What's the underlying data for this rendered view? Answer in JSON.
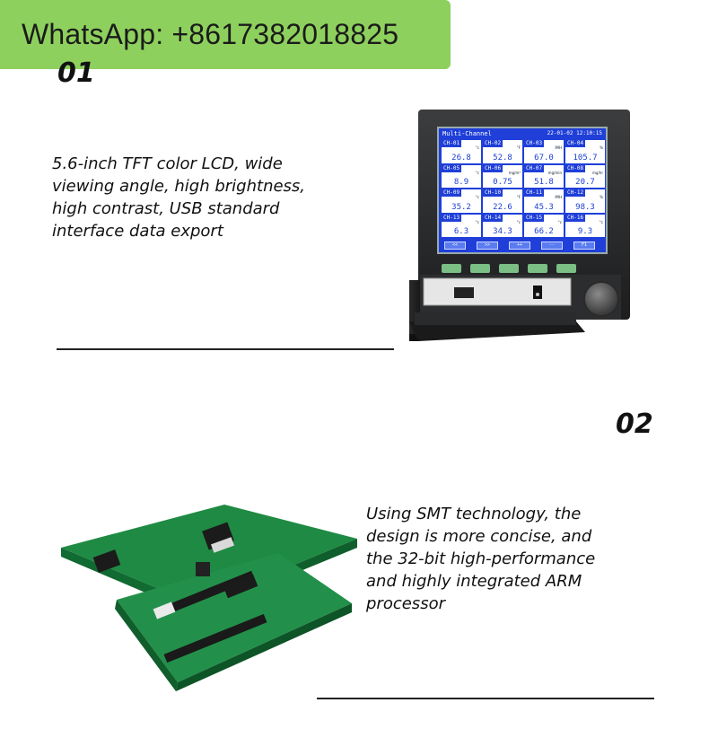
{
  "banner": {
    "text": "WhatsApp: +8617382018825"
  },
  "section1": {
    "number": "01",
    "lines": [
      "5.6-inch TFT color LCD, wide",
      "viewing angle, high brightness,",
      "high contrast, USB standard",
      "interface data export"
    ]
  },
  "section2": {
    "number": "02",
    "lines": [
      "Using SMT technology, the",
      "design is more concise, and",
      "the 32-bit high-performance",
      "and highly integrated ARM",
      "processor"
    ]
  },
  "device_screen": {
    "title": "Multi-Channel",
    "datetime": "22-01-02 12:10:15",
    "channels": [
      {
        "ch": "CH-01",
        "unit": "°c",
        "value": "26.8"
      },
      {
        "ch": "CH-02",
        "unit": "°F",
        "value": "52.8"
      },
      {
        "ch": "CH-03",
        "unit": "IMH",
        "value": "67.0"
      },
      {
        "ch": "CH-04",
        "unit": "%",
        "value": "105.7"
      },
      {
        "ch": "CH-05",
        "unit": "°c",
        "value": "8.9"
      },
      {
        "ch": "CH-06",
        "unit": "mg/m³",
        "value": "0.75"
      },
      {
        "ch": "CH-07",
        "unit": "mg/min",
        "value": "51.8"
      },
      {
        "ch": "CH-08",
        "unit": "mg/hr",
        "value": "20.7"
      },
      {
        "ch": "CH-09",
        "unit": "°c",
        "value": "35.2"
      },
      {
        "ch": "CH-10",
        "unit": "°F",
        "value": "22.6"
      },
      {
        "ch": "CH-11",
        "unit": "IMH",
        "value": "45.3"
      },
      {
        "ch": "CH-12",
        "unit": "%",
        "value": "98.3"
      },
      {
        "ch": "CH-13",
        "unit": "°c",
        "value": "6.3"
      },
      {
        "ch": "CH-14",
        "unit": "°c",
        "value": "34.3"
      },
      {
        "ch": "CH-15",
        "unit": "°c",
        "value": "66.2"
      },
      {
        "ch": "CH-16",
        "unit": "°c",
        "value": "9.3"
      }
    ],
    "softkeys": [
      "<<",
      ">>",
      "++",
      "--",
      "F1"
    ]
  }
}
